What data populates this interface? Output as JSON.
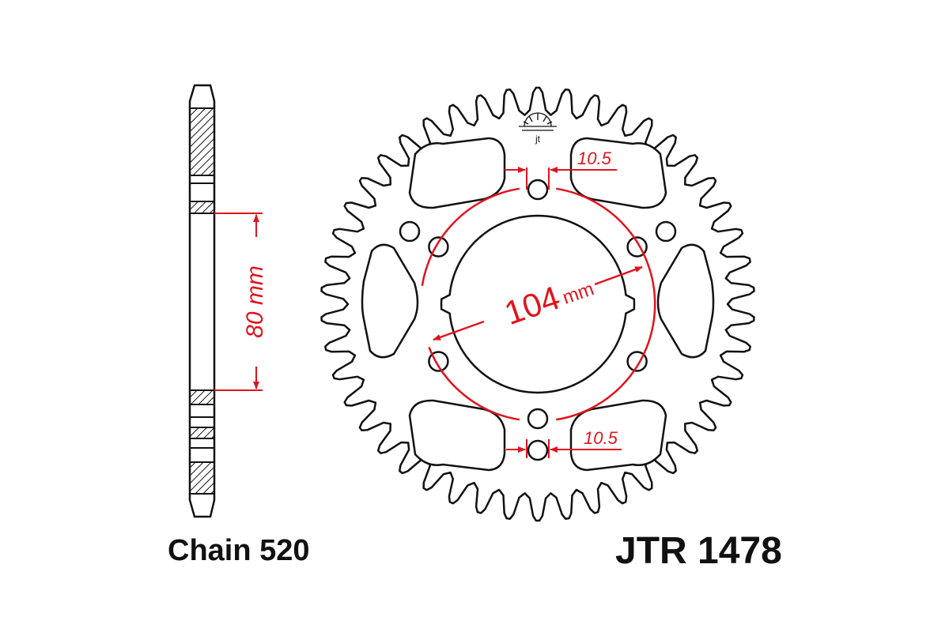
{
  "drawing": {
    "chain_label": "Chain 520",
    "part_number": "JTR 1478",
    "dim_pcd": "104",
    "dim_pcd_unit": "mm",
    "dim_width": "80 mm",
    "dim_hole_top": "10.5",
    "dim_hole_bottom": "10.5",
    "logo_text": "jt"
  },
  "colors": {
    "outline": "#111111",
    "dimension": "#e0141e",
    "background": "#ffffff"
  },
  "sprocket": {
    "teeth": 46,
    "bolt_holes": 6,
    "cutouts": 6
  }
}
